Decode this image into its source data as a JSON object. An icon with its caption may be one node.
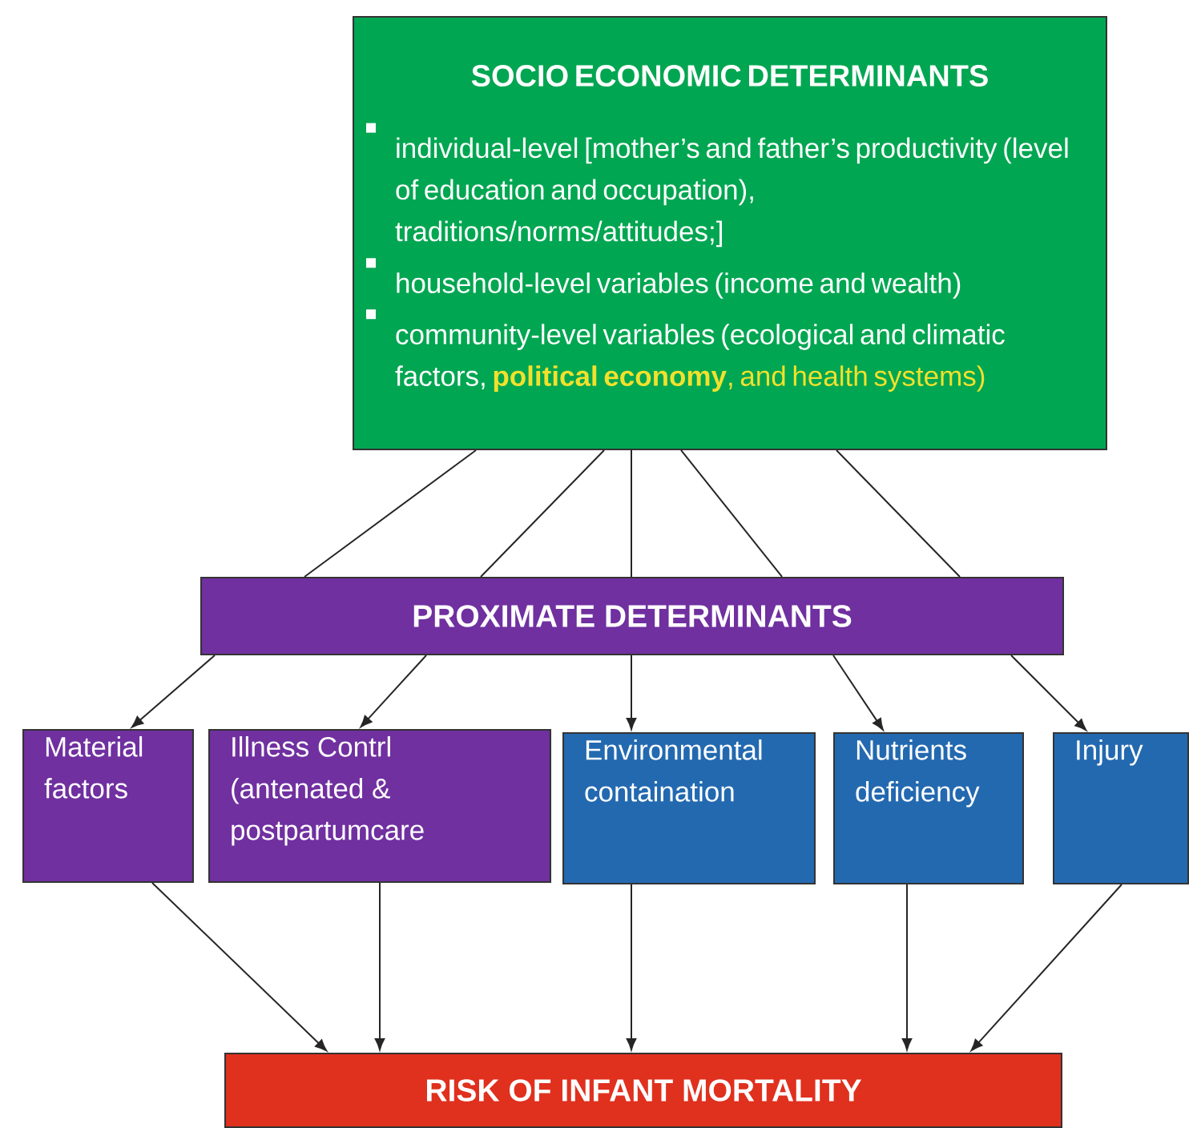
{
  "diagram": {
    "nodes": [
      {
        "text": [
          "SOCIO ECONOMIC DETERMINANTS",
          "individual-level [mother’s and father’s productivity (level of education and occupation), traditions/norms/attitudes;]",
          "household-level variables (income and wealth)",
          "community-level variables (ecological and climatic factors,",
          "**political economy**, and health systems)"
        ]
      },
      {
        "text": [
          "PROXIMATE DETERMINANTS"
        ]
      },
      {
        "text": [
          "Material factors"
        ]
      },
      {
        "text": [
          "Illness Contrl (antenated & postpartumcare"
        ]
      },
      {
        "text": [
          "Environmental containation"
        ]
      },
      {
        "text": [
          "Nutrients deficiency"
        ]
      },
      {
        "text": [
          "Injury"
        ]
      },
      {
        "text": [
          "RISK OF INFANT MORTALITY"
        ]
      }
    ],
    "edges": [
      {
        "from": 0,
        "to": 1,
        "arrow": "none"
      },
      {
        "from": 0,
        "to": 1,
        "arrow": "none"
      },
      {
        "from": 0,
        "to": 1,
        "arrow": "none"
      },
      {
        "from": 0,
        "to": 1,
        "arrow": "none"
      },
      {
        "from": 0,
        "to": 1,
        "arrow": "none"
      },
      {
        "from": 1,
        "to": 2,
        "arrow": "to"
      },
      {
        "from": 1,
        "to": 3,
        "arrow": "to"
      },
      {
        "from": 1,
        "to": 4,
        "arrow": "to"
      },
      {
        "from": 1,
        "to": 5,
        "arrow": "to"
      },
      {
        "from": 1,
        "to": 6,
        "arrow": "to"
      },
      {
        "from": 2,
        "to": 7,
        "arrow": "to"
      },
      {
        "from": 3,
        "to": 7,
        "arrow": "to"
      },
      {
        "from": 4,
        "to": 7,
        "arrow": "to"
      },
      {
        "from": 5,
        "to": 7,
        "arrow": "to"
      },
      {
        "from": 6,
        "to": 7,
        "arrow": "to"
      }
    ]
  }
}
